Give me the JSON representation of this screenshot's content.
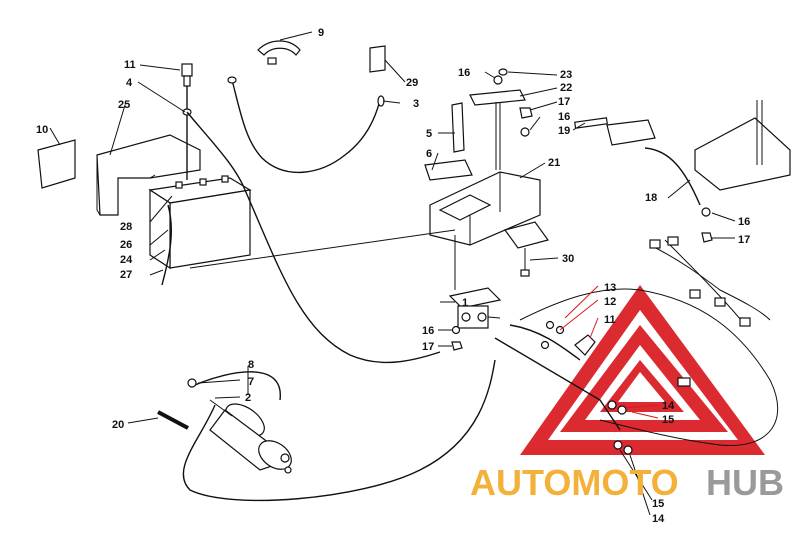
{
  "labels": [
    {
      "id": "1",
      "text": "1"
    },
    {
      "id": "2",
      "text": "2"
    },
    {
      "id": "3",
      "text": "3"
    },
    {
      "id": "4",
      "text": "4"
    },
    {
      "id": "5",
      "text": "5"
    },
    {
      "id": "6",
      "text": "6"
    },
    {
      "id": "7",
      "text": "7"
    },
    {
      "id": "8",
      "text": "8"
    },
    {
      "id": "9",
      "text": "9"
    },
    {
      "id": "10",
      "text": "10"
    },
    {
      "id": "11a",
      "text": "11"
    },
    {
      "id": "11b",
      "text": "11"
    },
    {
      "id": "12",
      "text": "12"
    },
    {
      "id": "13",
      "text": "13"
    },
    {
      "id": "14a",
      "text": "14"
    },
    {
      "id": "14b",
      "text": "14"
    },
    {
      "id": "15a",
      "text": "15"
    },
    {
      "id": "15b",
      "text": "15"
    },
    {
      "id": "16a",
      "text": "16"
    },
    {
      "id": "16b",
      "text": "16"
    },
    {
      "id": "16c",
      "text": "16"
    },
    {
      "id": "16d",
      "text": "16"
    },
    {
      "id": "17a",
      "text": "17"
    },
    {
      "id": "17b",
      "text": "17"
    },
    {
      "id": "17c",
      "text": "17"
    },
    {
      "id": "18",
      "text": "18"
    },
    {
      "id": "19",
      "text": "19"
    },
    {
      "id": "20",
      "text": "20"
    },
    {
      "id": "21",
      "text": "21"
    },
    {
      "id": "22",
      "text": "22"
    },
    {
      "id": "23",
      "text": "23"
    },
    {
      "id": "24",
      "text": "24"
    },
    {
      "id": "25",
      "text": "25"
    },
    {
      "id": "26",
      "text": "26"
    },
    {
      "id": "27",
      "text": "27"
    },
    {
      "id": "28",
      "text": "28"
    },
    {
      "id": "29",
      "text": "29"
    },
    {
      "id": "30",
      "text": "30"
    }
  ],
  "watermark": {
    "part1": "AUTOMOTO",
    "part2": "HUB",
    "color1": "#f3b13a",
    "color2": "#9a9a9a",
    "triangle_color": "#d8191f"
  }
}
